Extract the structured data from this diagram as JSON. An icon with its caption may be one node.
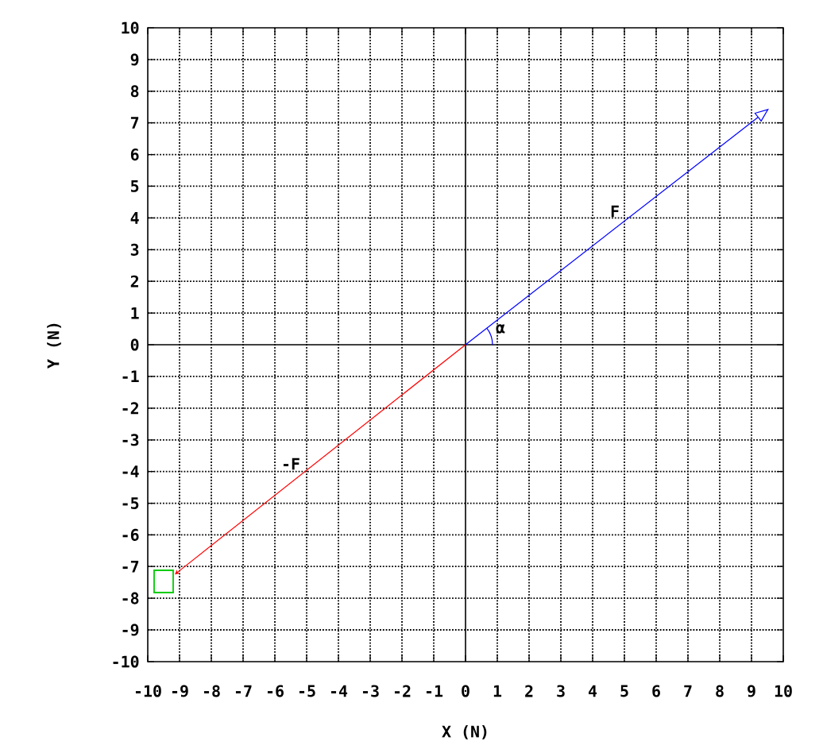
{
  "diagram": {
    "labels": [
      "10",
      "9",
      "8",
      "7",
      "6",
      "5",
      "4",
      "3",
      "2",
      "1",
      "0",
      "-1",
      "-2",
      "-3",
      "-4",
      "-5",
      "-6",
      "-7",
      "-8",
      "-9",
      "-10",
      "Y (N)",
      "F",
      "α",
      "-F",
      "-10",
      "-9",
      "-8",
      "-7",
      "-6",
      "-5",
      "-4",
      "-3",
      "-2",
      "-1",
      "0",
      "1",
      "2",
      "3",
      "4",
      "5",
      "6",
      "7",
      "8",
      "9",
      "10",
      "X (N)"
    ]
  }
}
